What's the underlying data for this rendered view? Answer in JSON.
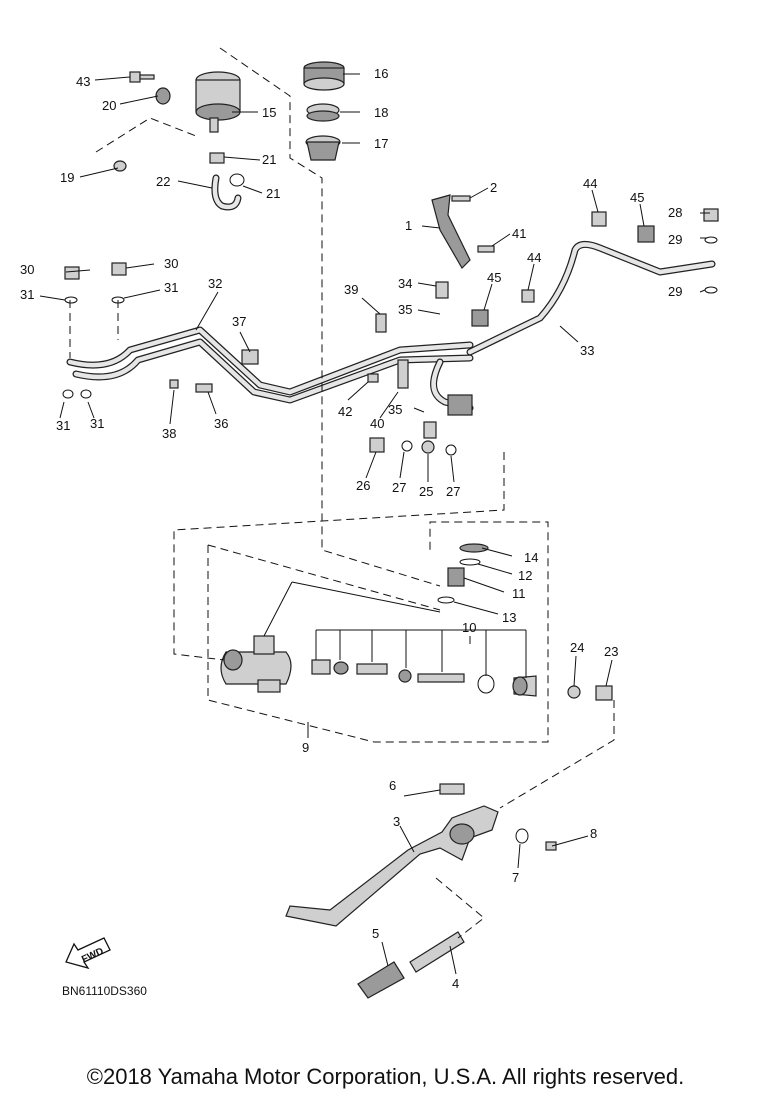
{
  "diagram": {
    "drawing_code": "BN61110DS360",
    "fwd_label": "FWD",
    "copyright": "©2018 Yamaha Motor Corporation, U.S.A. All rights reserved.",
    "callouts": {
      "c1": "1",
      "c2": "2",
      "c3": "3",
      "c4": "4",
      "c5": "5",
      "c6": "6",
      "c7": "7",
      "c8": "8",
      "c9": "9",
      "c10": "10",
      "c11": "11",
      "c12": "12",
      "c13": "13",
      "c14": "14",
      "c15": "15",
      "c16": "16",
      "c17": "17",
      "c18": "18",
      "c19": "19",
      "c20": "20",
      "c21a": "21",
      "c21b": "21",
      "c22": "22",
      "c23": "23",
      "c24": "24",
      "c25": "25",
      "c26": "26",
      "c27a": "27",
      "c27b": "27",
      "c28": "28",
      "c29a": "29",
      "c29b": "29",
      "c30a": "30",
      "c30b": "30",
      "c31a": "31",
      "c31b": "31",
      "c31c": "31",
      "c31d": "31",
      "c32": "32",
      "c33": "33",
      "c34": "34",
      "c35a": "35",
      "c35b": "35",
      "c36": "36",
      "c37": "37",
      "c38": "38",
      "c39": "39",
      "c40": "40",
      "c41": "41",
      "c42": "42",
      "c43": "43",
      "c44a": "44",
      "c44b": "44",
      "c45a": "45",
      "c45b": "45"
    }
  }
}
